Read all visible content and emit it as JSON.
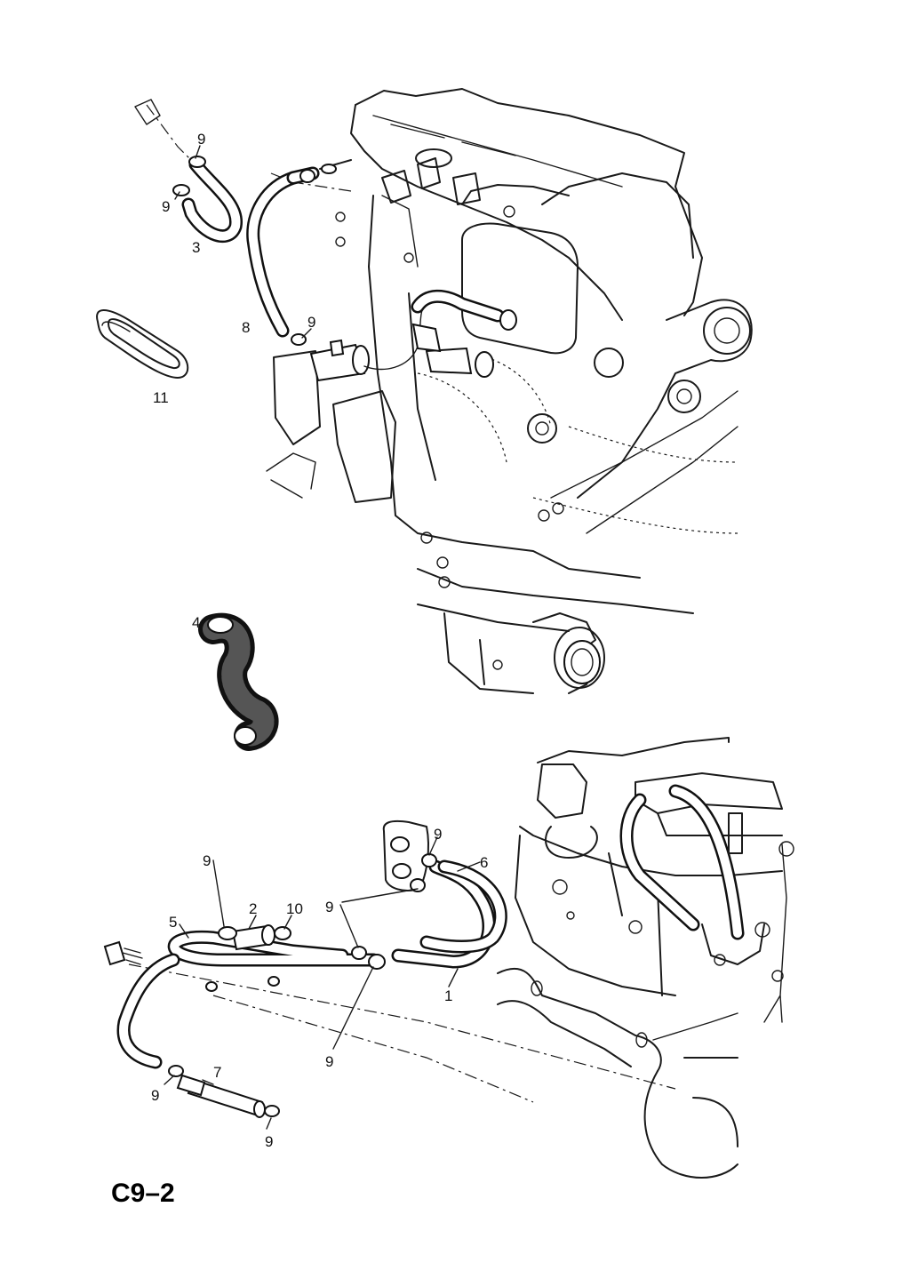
{
  "diagram_code": "C9–2",
  "callouts": {
    "top": [
      "9",
      "9",
      "3",
      "8",
      "9",
      "11",
      "4"
    ],
    "bottom": [
      "9",
      "2",
      "10",
      "5",
      "9",
      "6",
      "9",
      "1",
      "9",
      "7",
      "9",
      "9"
    ]
  }
}
